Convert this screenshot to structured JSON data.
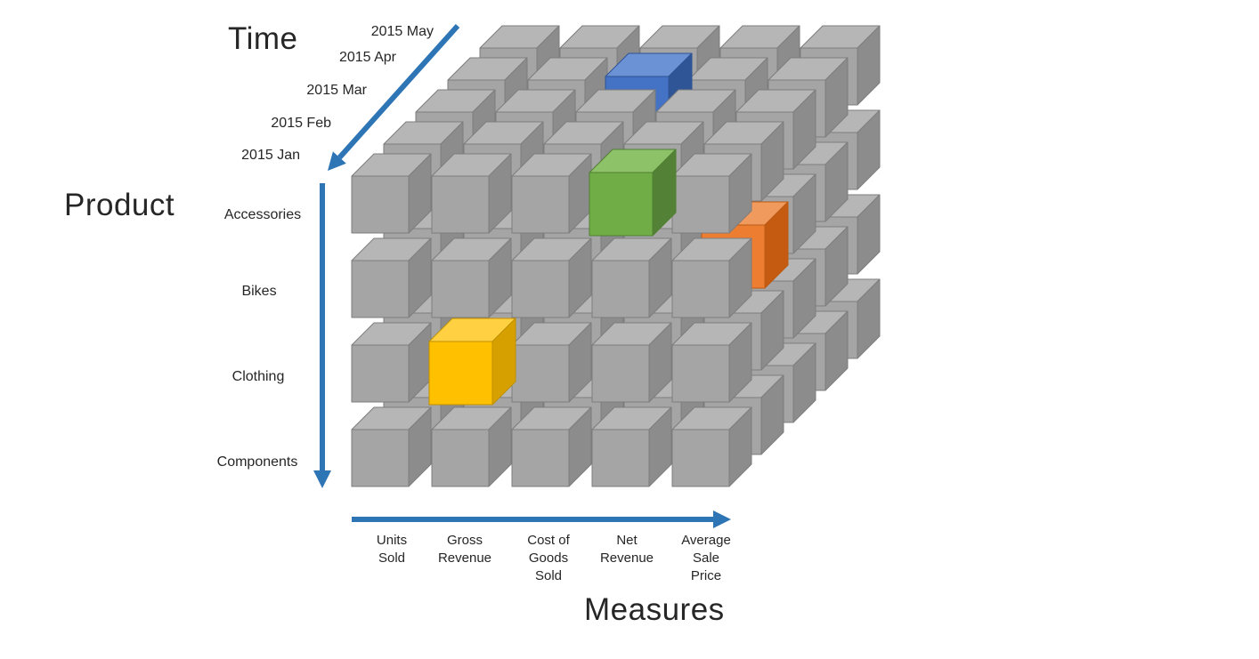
{
  "diagram": {
    "type": "olap-cube",
    "background": "#FFFFFF",
    "accent_arrow_color": "#2E75B6",
    "text_color": "#262626"
  },
  "axes": {
    "time": {
      "label": "Time",
      "ticks": [
        "2015 May",
        "2015 Apr",
        "2015 Mar",
        "2015 Feb",
        "2015 Jan"
      ]
    },
    "product": {
      "label": "Product",
      "ticks": [
        "Accessories",
        "Bikes",
        "Clothing",
        "Components"
      ]
    },
    "measures": {
      "label": "Measures",
      "ticks": [
        {
          "label": "Units Sold",
          "lines": [
            "Units",
            "Sold"
          ]
        },
        {
          "label": "Gross Revenue",
          "lines": [
            "Gross",
            "Revenue"
          ]
        },
        {
          "label": "Cost of Goods Sold",
          "lines": [
            "Cost of",
            "Goods",
            "Sold"
          ]
        },
        {
          "label": "Net Revenue",
          "lines": [
            "Net",
            "Revenue"
          ]
        },
        {
          "label": "Average Sale Price",
          "lines": [
            "Average",
            "Sale",
            "Price"
          ]
        }
      ]
    }
  },
  "cube": {
    "size": {
      "measures": 5,
      "products": 4,
      "time_periods": 5
    },
    "gray_cell_colors": {
      "top": "#B6B6B6",
      "front": "#A5A5A5",
      "side": "#8C8C8C",
      "outline": "#7D7D7D"
    },
    "highlighted_cells": [
      {
        "id": "blue",
        "measure": "Cost of Goods Sold",
        "product": "Accessories",
        "time": "2015 Apr",
        "col": 2,
        "row": 0,
        "depth": 3,
        "colors": {
          "top": "#6A92D4",
          "front": "#4472C4",
          "side": "#2F5597",
          "outline": "#2E5395"
        }
      },
      {
        "id": "green",
        "measure": "Net Revenue",
        "product": "Accessories",
        "time": "2015 Jan",
        "col": 3,
        "row": 0,
        "depth": 0,
        "colors": {
          "top": "#8DC268",
          "front": "#70AD47",
          "side": "#538135",
          "outline": "#507E32"
        }
      },
      {
        "id": "orange",
        "measure": "Average Sale Price",
        "product": "Bikes",
        "time": "2015 Feb",
        "col": 4,
        "row": 1,
        "depth": 1,
        "colors": {
          "top": "#F19A5E",
          "front": "#ED7D31",
          "side": "#C55A11",
          "outline": "#BC5A14"
        }
      },
      {
        "id": "yellow",
        "measure": "Gross Revenue",
        "product": "Clothing",
        "time": "2015 Jan",
        "col": 1,
        "row": 2,
        "depth": 0,
        "colors": {
          "top": "#FFD042",
          "front": "#FFC000",
          "side": "#D6A000",
          "outline": "#BF9000"
        }
      }
    ]
  }
}
